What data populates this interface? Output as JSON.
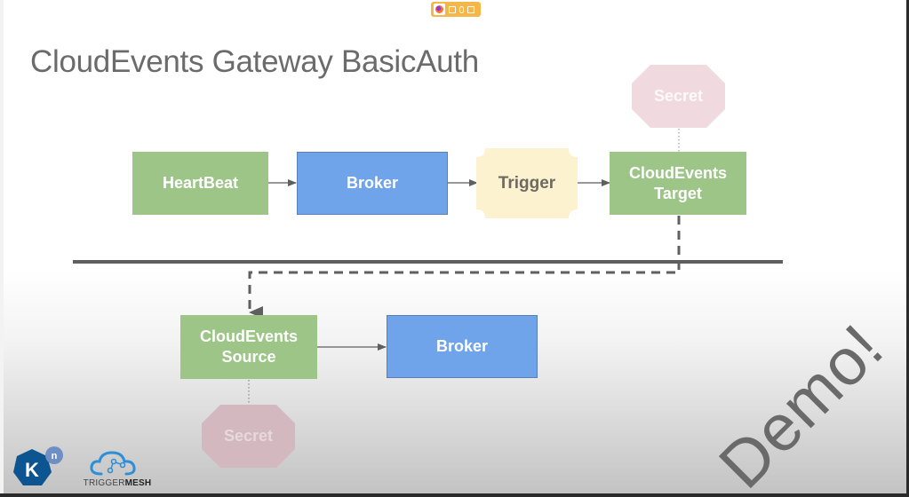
{
  "slide": {
    "title": "CloudEvents Gateway BasicAuth",
    "watermark": "Demo!"
  },
  "browser_indicator": {
    "icons": [
      "firefox-icon",
      "camera-icon",
      "microphone-icon",
      "screen-share-icon"
    ]
  },
  "diagram": {
    "top_row": {
      "heartbeat": "HeartBeat",
      "broker": "Broker",
      "trigger": "Trigger",
      "target_line1": "CloudEvents",
      "target_line2": "Target",
      "secret": "Secret"
    },
    "bottom_row": {
      "source_line1": "CloudEvents",
      "source_line2": "Source",
      "broker": "Broker",
      "secret": "Secret"
    },
    "colors": {
      "green_node": "#9dc588",
      "blue_node": "#6fa3ea",
      "trigger_node": "#fdf2cf",
      "secret_node": "#eed8de",
      "secret_node_bottom": "#cfb3ba",
      "connector": "#5f5f5f"
    }
  },
  "logos": {
    "knative_letter": "K",
    "knative_superscript": "n",
    "triggermesh_part1": "TRIGGER",
    "triggermesh_part2": "MESH"
  }
}
